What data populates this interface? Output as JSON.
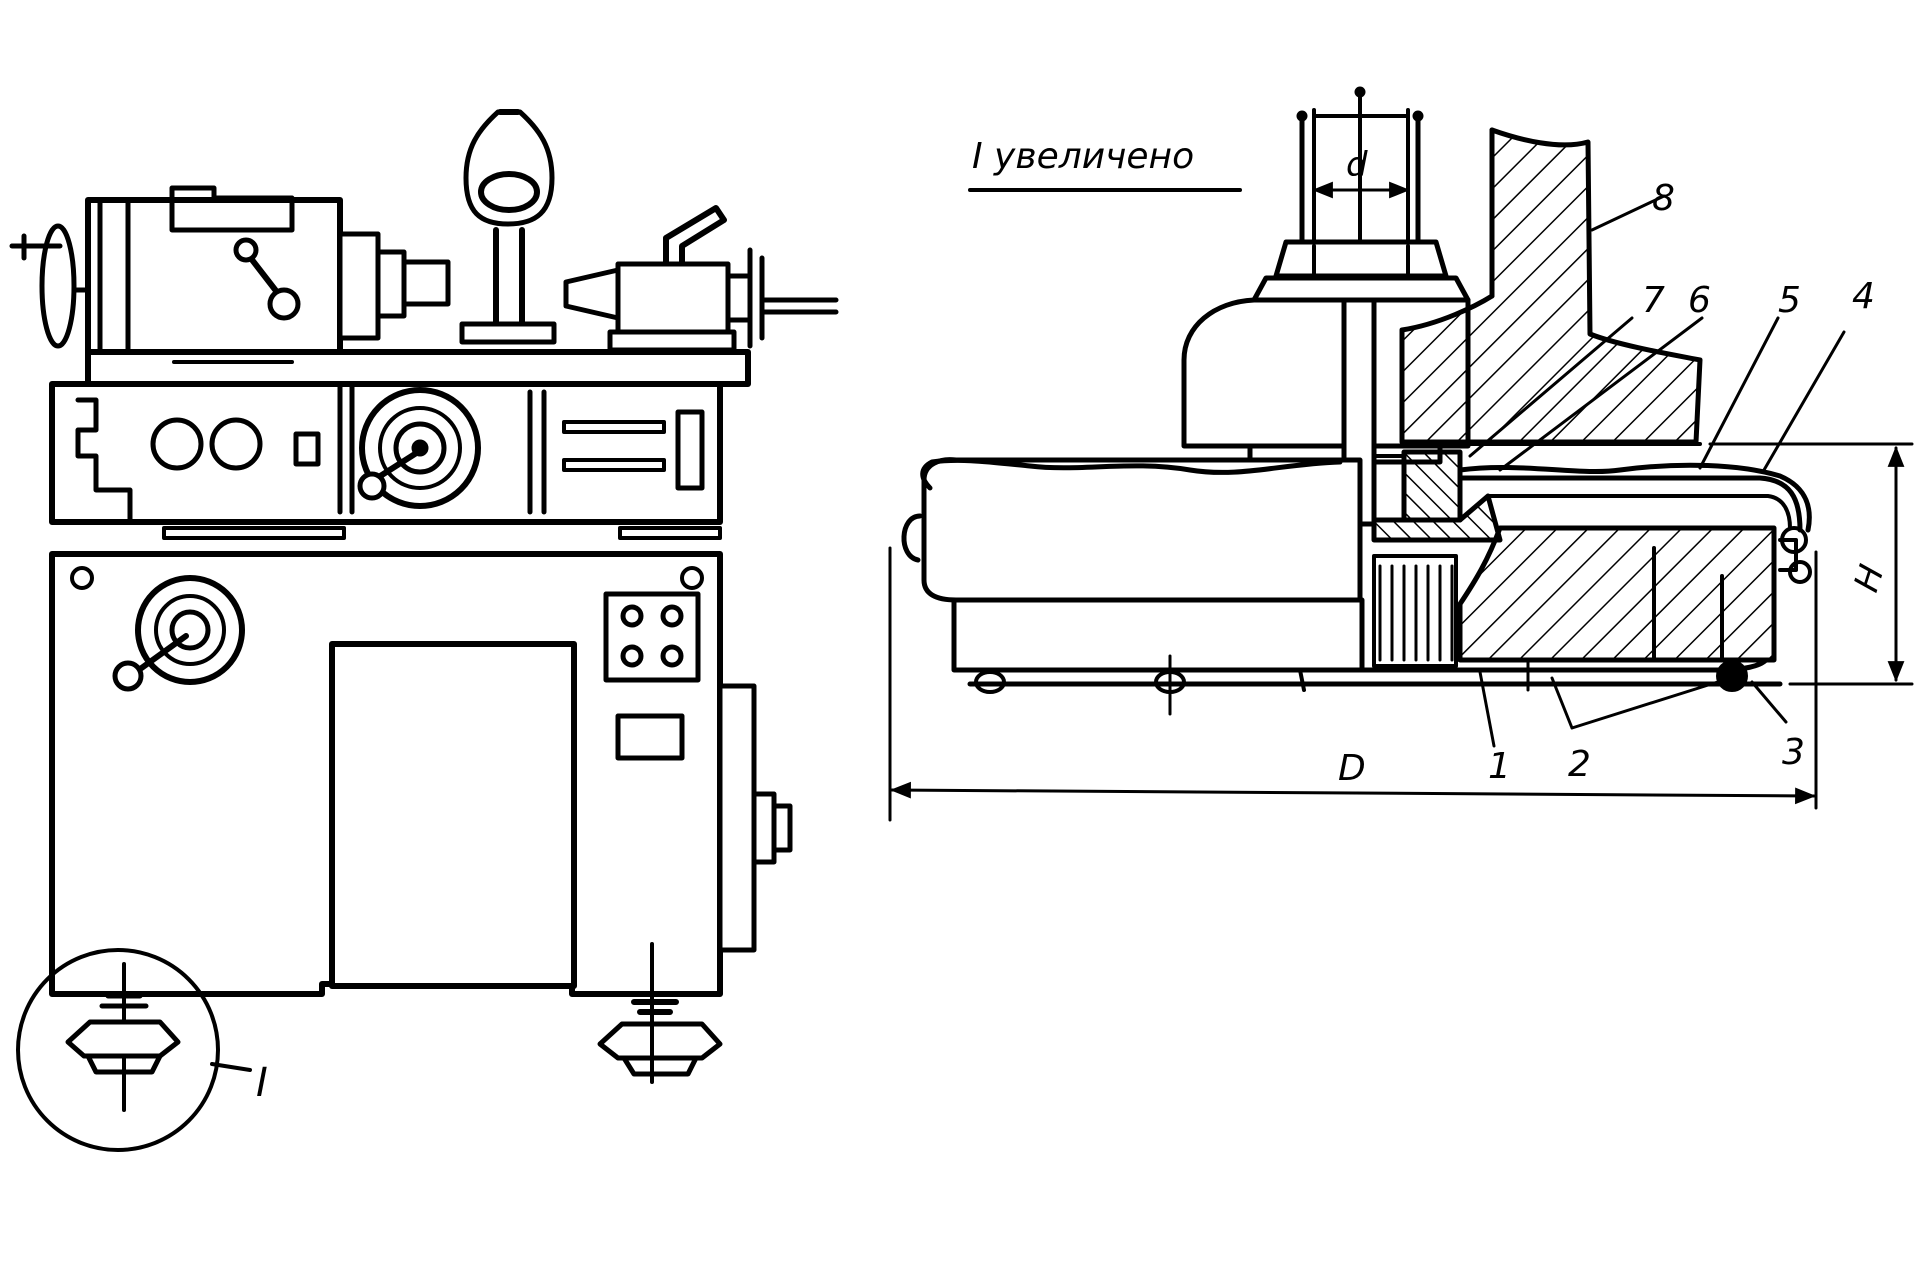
{
  "figure": {
    "enlarged_title": "I увеличено",
    "callout_label": "I",
    "dimension_labels": {
      "d": "d",
      "D": "D",
      "H": "H"
    },
    "part_numbers": [
      "1",
      "2",
      "3",
      "4",
      "5",
      "6",
      "7",
      "8"
    ]
  }
}
